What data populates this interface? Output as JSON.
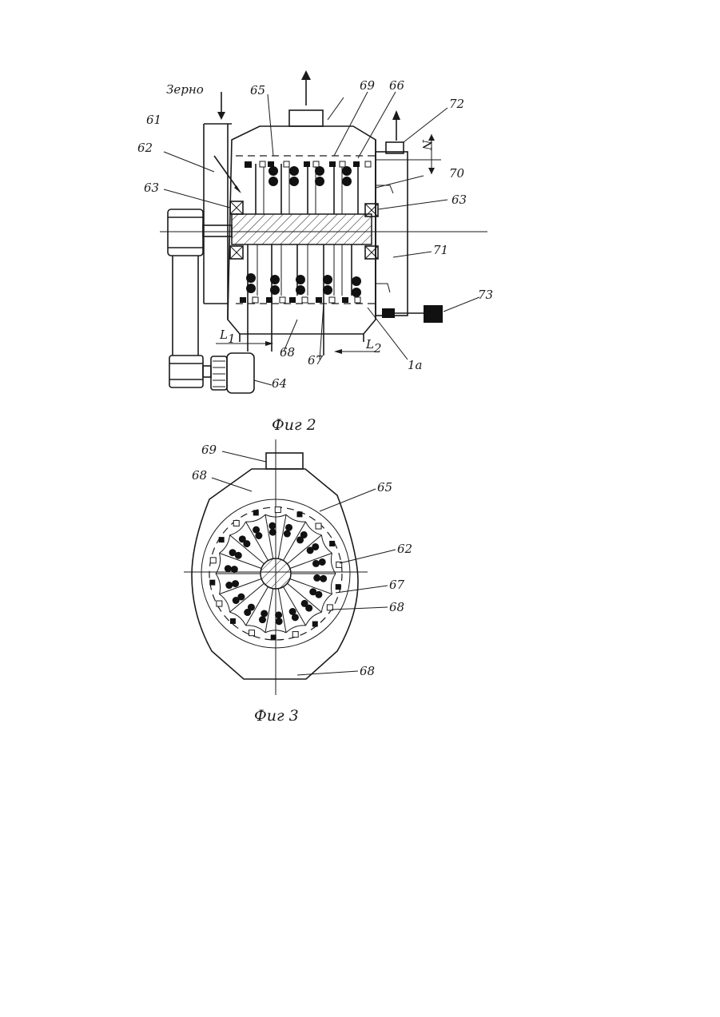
{
  "figure2": {
    "caption": "Фиг 2",
    "grain_label": "Зерно",
    "labels": {
      "l61": "61",
      "l62": "62",
      "l63a": "63",
      "l63b": "63",
      "l64": "64",
      "l65": "65",
      "l66": "66",
      "l67": "67",
      "l68": "68",
      "l69": "69",
      "l70": "70",
      "l71": "71",
      "l72": "72",
      "l73": "73",
      "l1a": "1а",
      "L1": "L",
      "L1sub": "1",
      "L2": "L",
      "L2sub": "2",
      "N": "N"
    }
  },
  "figure3": {
    "caption": "Фиг 3",
    "labels": {
      "l69": "69",
      "l68a": "68",
      "l65": "65",
      "l62": "62",
      "l67": "67",
      "l68b": "68",
      "l68c": "68"
    }
  },
  "colors": {
    "ink": "#1a1a1a",
    "paper": "#ffffff"
  }
}
